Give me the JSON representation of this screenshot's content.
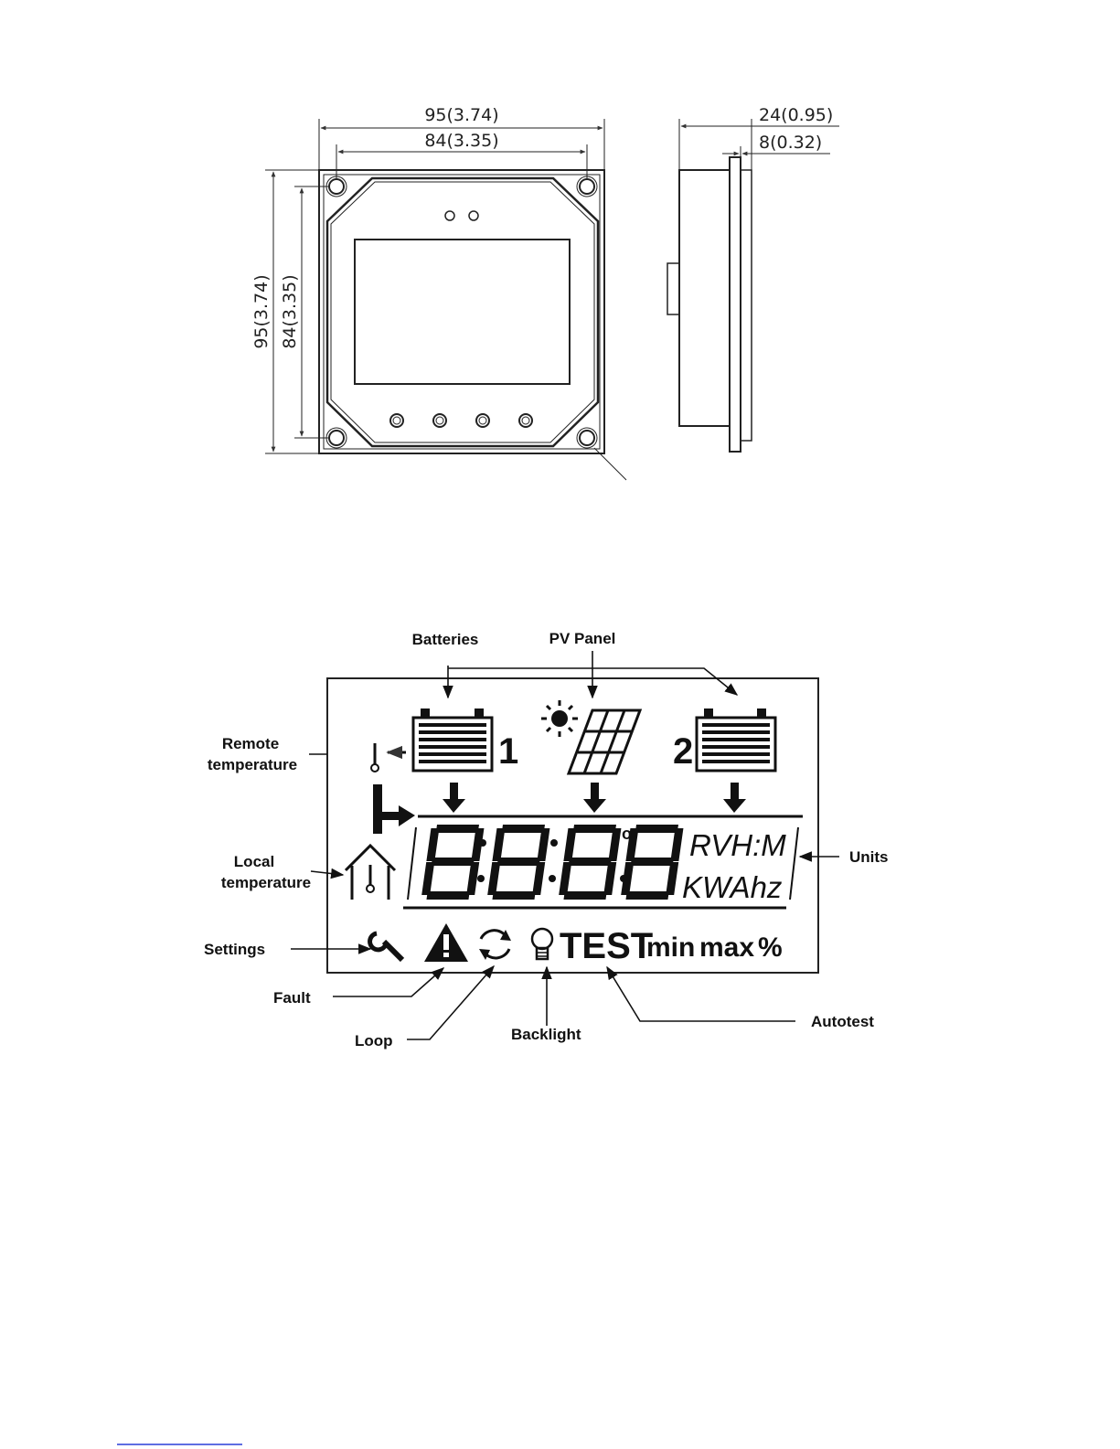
{
  "mechanical_drawing": {
    "front_width_overall": "95(3.74)",
    "front_width_holes": "84(3.35)",
    "front_height_overall": "95(3.74)",
    "front_height_holes": "84(3.35)",
    "side_depth_overall": "24(0.95)",
    "side_depth_flange": "8(0.32)"
  },
  "lcd_diagram": {
    "callouts": {
      "batteries": "Batteries",
      "pv_panel": "PV Panel",
      "remote_temperature_1": "Remote",
      "remote_temperature_2": "temperature",
      "local_temperature_1": "Local",
      "local_temperature_2": "temperature",
      "settings": "Settings",
      "fault": "Fault",
      "loop": "Loop",
      "backlight": "Backlight",
      "autotest": "Autotest",
      "units": "Units"
    },
    "battery_1_number": "1",
    "battery_2_number": "2",
    "units_line_1": "RVH:M",
    "units_line_2": "KWAhz",
    "degree_mark": "o",
    "status_text": {
      "test": "TEST",
      "min": "min",
      "max": "max",
      "percent": "%"
    }
  }
}
